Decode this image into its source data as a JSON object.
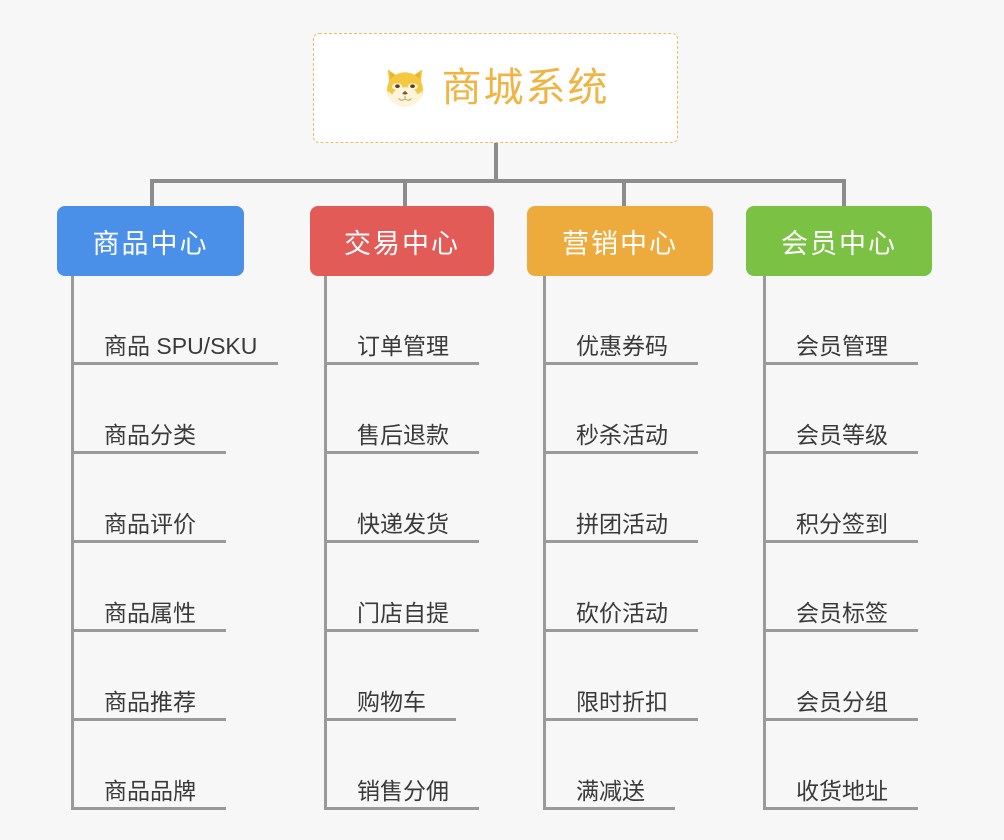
{
  "page": {
    "background_color": "#f7f7f7",
    "connector_color": "#8c8c8c",
    "leaf_line_color": "#9a9a9a",
    "leaf_text_color": "#3a3a3a"
  },
  "root": {
    "title": "商城系统",
    "icon": "shiba-dog-face-icon",
    "text_color": "#f0b442",
    "border_color": "#f0b95a",
    "background_color": "#ffffff"
  },
  "branches": [
    {
      "id": "product-center",
      "label": "商品中心",
      "color": "#4a90e8",
      "items": [
        "商品 SPU/SKU",
        "商品分类",
        "商品评价",
        "商品属性",
        "商品推荐",
        "商品品牌"
      ]
    },
    {
      "id": "trade-center",
      "label": "交易中心",
      "color": "#e35b57",
      "items": [
        "订单管理",
        "售后退款",
        "快递发货",
        "门店自提",
        "购物车",
        "销售分佣"
      ]
    },
    {
      "id": "marketing-center",
      "label": "营销中心",
      "color": "#eeab3d",
      "items": [
        "优惠券码",
        "秒杀活动",
        "拼团活动",
        "砍价活动",
        "限时折扣",
        "满减送"
      ]
    },
    {
      "id": "member-center",
      "label": "会员中心",
      "color": "#7ac144",
      "items": [
        "会员管理",
        "会员等级",
        "积分签到",
        "会员标签",
        "会员分组",
        "收货地址"
      ]
    }
  ]
}
